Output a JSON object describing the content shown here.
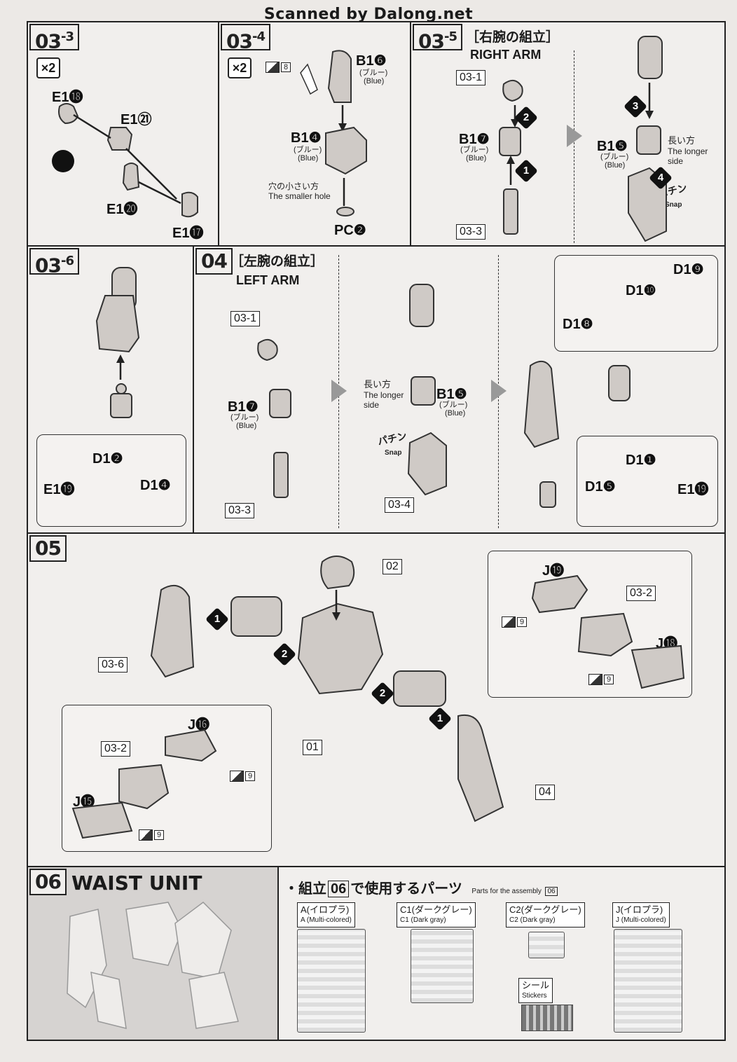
{
  "header": "Scanned by Dalong.net",
  "steps": {
    "s033": {
      "num": "03",
      "sub": "-3",
      "mult": "×2",
      "parts": [
        "E1⓲",
        "E1㉑",
        "E1⓴",
        "E1⓱"
      ]
    },
    "s034": {
      "num": "03",
      "sub": "-4",
      "mult": "×2",
      "sticker_no": "8",
      "b16": "B1❻",
      "b16_jp": "(ブルー)",
      "b16_en": "(Blue)",
      "b14": "B1❹",
      "b14_jp": "(ブルー)",
      "b14_en": "(Blue)",
      "hole_jp": "穴の小さい方",
      "hole_en": "The smaller hole",
      "pc": "PC❷"
    },
    "s035": {
      "num": "03",
      "sub": "-5",
      "title_jp": "［右腕の組立］",
      "title_en": "RIGHT ARM",
      "ref1": "03-1",
      "ref3": "03-3",
      "b17": "B1❼",
      "b17_jp": "(ブルー)",
      "b17_en": "(Blue)",
      "b15": "B1❺",
      "b15_jp": "(ブルー)",
      "b15_en": "(Blue)",
      "long_jp": "長い方",
      "long_en1": "The longer",
      "long_en2": "side",
      "snap_jp": "パチン",
      "snap_en": "Snap"
    },
    "s036": {
      "num": "03",
      "sub": "-6",
      "d12": "D1❷",
      "e119": "E1⓳",
      "d14": "D1❹"
    },
    "s04": {
      "num": "04",
      "title_jp": "［左腕の組立］",
      "title_en": "LEFT ARM",
      "ref1": "03-1",
      "ref3": "03-3",
      "ref4": "03-4",
      "b17": "B1❼",
      "b17_jp": "(ブルー)",
      "b17_en": "(Blue)",
      "b15": "B1❺",
      "b15_jp": "(ブルー)",
      "b15_en": "(Blue)",
      "long_jp": "長い方",
      "long_en1": "The longer",
      "long_en2": "side",
      "snap_jp": "パチン",
      "snap_en": "Snap",
      "d19": "D1❾",
      "d110": "D1❿",
      "d18": "D1❽",
      "d11": "D1❶",
      "d15": "D1❺",
      "e119": "E1⓳"
    },
    "s05": {
      "num": "05",
      "refs": {
        "r02": "02",
        "r036": "03-6",
        "r01": "01",
        "r04": "04",
        "r032a": "03-2",
        "r032b": "03-2"
      },
      "j19": "J⓳",
      "j18": "J⓲",
      "j16": "J⓰",
      "j15": "J⓯",
      "sticker_no": "9"
    },
    "s06": {
      "num": "06",
      "title": "WAIST UNIT",
      "parts_jp": "・組立",
      "parts_ref": "06",
      "parts_jp2": "で使用するパーツ",
      "parts_en": "Parts for the assembly",
      "parts_en_ref": "06",
      "runners": [
        {
          "jp": "A(イロプラ)",
          "en": "A (Multi-colored)"
        },
        {
          "jp": "C1(ダークグレー)",
          "en": "C1 (Dark gray)"
        },
        {
          "jp": "C2(ダークグレー)",
          "en": "C2 (Dark gray)"
        },
        {
          "jp": "J(イロプラ)",
          "en": "J (Multi-colored)"
        }
      ],
      "stickers_jp": "シール",
      "stickers_en": "Stickers"
    }
  },
  "numbered_steps": [
    "1",
    "2",
    "3",
    "4"
  ]
}
